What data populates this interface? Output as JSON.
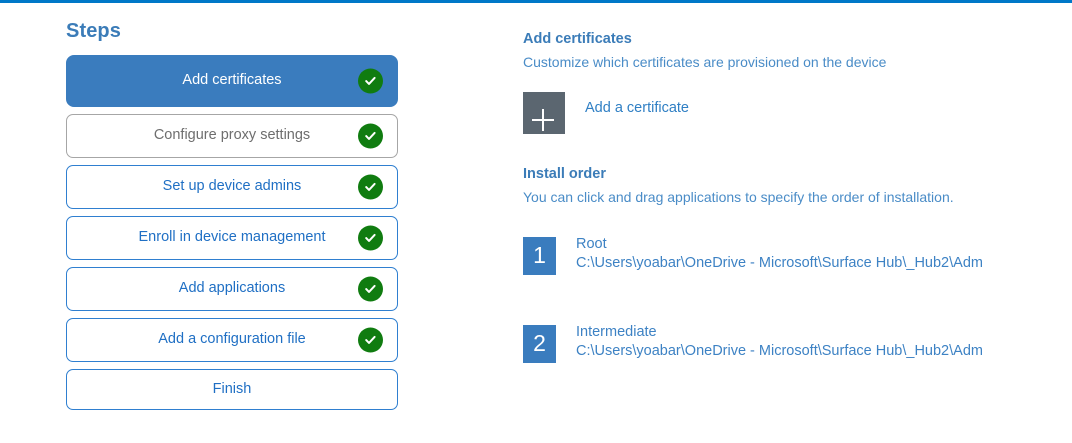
{
  "accent": {
    "top_rule_color": "#0078c8",
    "primary_blue": "#3a7cbe",
    "link_blue": "#1f6fc4",
    "check_green": "#107c10",
    "tile_gray": "#5b6670"
  },
  "steps_panel": {
    "title": "Steps",
    "items": [
      {
        "label": "Add certificates",
        "state": "active",
        "checked": true
      },
      {
        "label": "Configure proxy settings",
        "state": "muted",
        "checked": true
      },
      {
        "label": "Set up device admins",
        "state": "default",
        "checked": true
      },
      {
        "label": "Enroll in device management",
        "state": "default",
        "checked": true
      },
      {
        "label": "Add applications",
        "state": "default",
        "checked": true
      },
      {
        "label": "Add a configuration file",
        "state": "default",
        "checked": true
      },
      {
        "label": "Finish",
        "state": "final",
        "checked": false
      }
    ]
  },
  "detail_panel": {
    "certificates": {
      "heading": "Add certificates",
      "description": "Customize which certificates are provisioned on the device",
      "add_button_label": "Add a certificate",
      "add_button_icon": "plus-icon"
    },
    "install_order": {
      "heading": "Install order",
      "description": "You can click and drag applications to specify the order of installation.",
      "items": [
        {
          "number": "1",
          "name": "Root",
          "path": "C:\\Users\\yoabar\\OneDrive - Microsoft\\Surface Hub\\_Hub2\\Adm"
        },
        {
          "number": "2",
          "name": "Intermediate",
          "path": "C:\\Users\\yoabar\\OneDrive - Microsoft\\Surface Hub\\_Hub2\\Adm"
        }
      ]
    }
  }
}
